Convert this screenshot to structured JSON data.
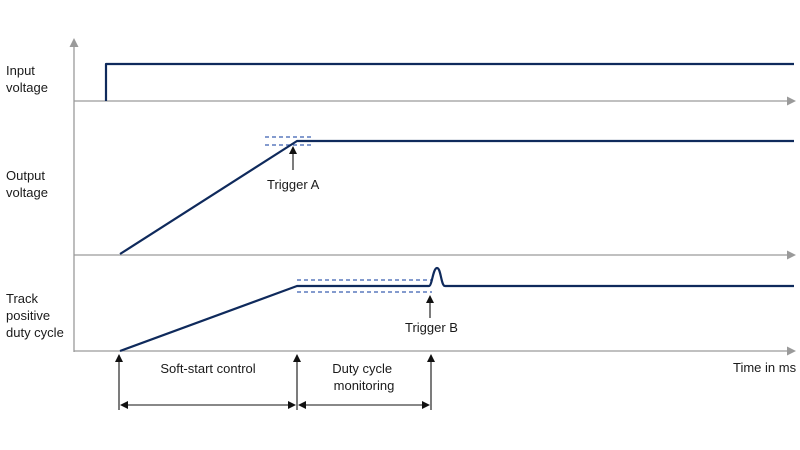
{
  "labels": {
    "input_voltage": [
      "Input",
      "voltage"
    ],
    "output_voltage": [
      "Output",
      "voltage"
    ],
    "track_duty_cycle": [
      "Track",
      "positive",
      "duty cycle"
    ],
    "time_axis": "Time in ms",
    "trigger_a": "Trigger A",
    "trigger_b": "Trigger B",
    "soft_start": "Soft-start control",
    "duty_cycle_monitoring": [
      "Duty cycle",
      "monitoring"
    ]
  },
  "colors": {
    "signal": "#0f2a5c",
    "threshold_dash": "#3a5fb0",
    "axis": "#9a9a9a",
    "text": "#1a1a1a"
  }
}
